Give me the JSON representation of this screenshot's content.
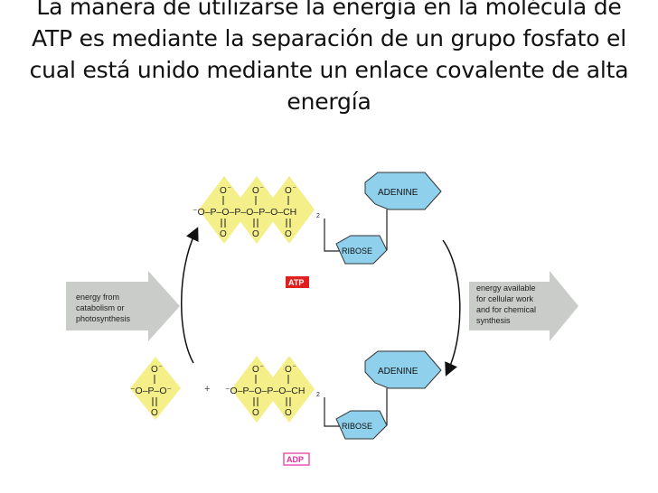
{
  "title": "La manera de utilizarse la energía en la molécula de ATP es mediante la separación de un grupo fosfato el cual está unido mediante un enlace covalente de alta energía",
  "labels": {
    "atp": "ATP",
    "adp": "ADP",
    "adenine": "ADENINE",
    "ribose": "RIBOSE",
    "ch2": "CH",
    "ch2_sub": "2",
    "plus": "+"
  },
  "phosphate": {
    "o_minus": "O",
    "o": "O",
    "p": "P",
    "chain_atp": "⁻O–P–O–P–O–P–O–CH",
    "chain_adp": "⁻O–P–O–P–O–CH",
    "free_phosphate": "⁻O–P–O⁻"
  },
  "energy_in": {
    "line1": "energy from",
    "line2": "catabolism or",
    "line3": "photosynthesis"
  },
  "energy_out": {
    "line1": "energy available",
    "line2": "for cellular work",
    "line3": "and for chemical",
    "line4": "synthesis"
  },
  "colors": {
    "phosphate_fill": "#f5ef8a",
    "adenine_fill": "#8fd0ec",
    "arrow_fill": "#c9ccc9",
    "atp_red": "#e02020",
    "adp_pink": "#e0309a"
  }
}
